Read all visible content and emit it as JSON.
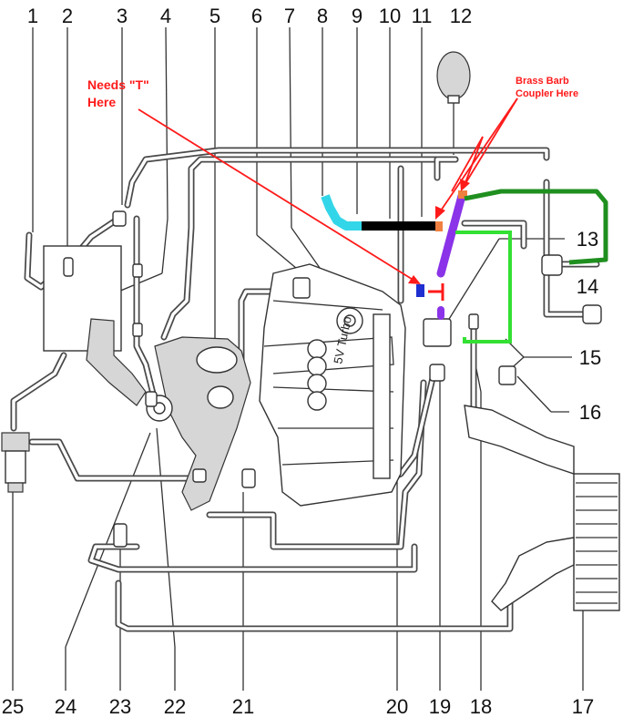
{
  "callouts": {
    "top": [
      "1",
      "2",
      "3",
      "4",
      "5",
      "6",
      "7",
      "8",
      "9",
      "10",
      "11",
      "12"
    ],
    "right": [
      "13",
      "14",
      "15",
      "16"
    ],
    "bottom": [
      "25",
      "24",
      "23",
      "22",
      "21",
      "20",
      "19",
      "18",
      "17"
    ]
  },
  "annotations": {
    "needs_t_line1": "Needs \"T\"",
    "needs_t_line2": "Here",
    "brass_barb_line1": "Brass Barb",
    "brass_barb_line2": "Coupler Here"
  },
  "engine": {
    "label": "5V Turbo"
  },
  "colors": {
    "annotation_red": "#ff1a1a",
    "hose_cyan": "#33d6e8",
    "hose_black": "#000000",
    "hose_purple": "#8a33e8",
    "hose_green_bright": "#33e033",
    "hose_green_dark": "#1f8f1f",
    "coupler_orange": "#f08040",
    "tee_blue": "#1f2fd0"
  }
}
